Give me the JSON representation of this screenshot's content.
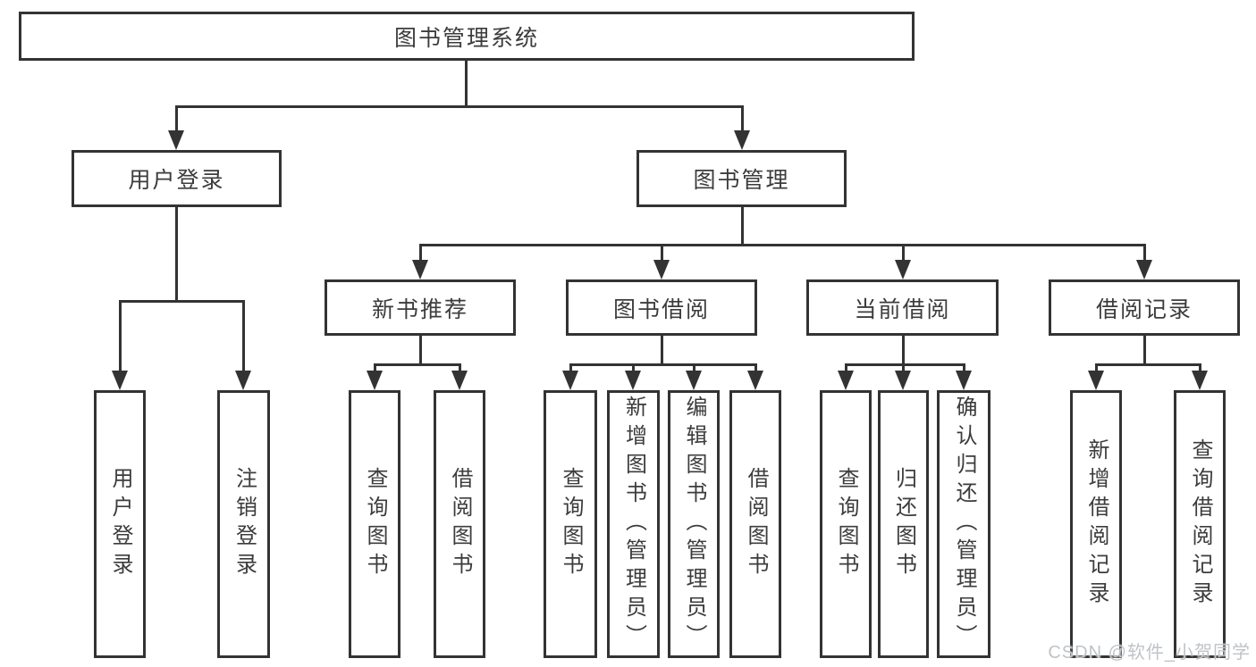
{
  "diagram": {
    "root": {
      "label": "图书管理系统"
    },
    "branches": [
      {
        "label": "用户登录",
        "children": [
          {
            "label": "用户登录"
          },
          {
            "label": "注销登录"
          }
        ]
      },
      {
        "label": "图书管理",
        "children": [
          {
            "label": "新书推荐",
            "children": [
              {
                "label": "查询图书"
              },
              {
                "label": "借阅图书"
              }
            ]
          },
          {
            "label": "图书借阅",
            "children": [
              {
                "label": "查询图书"
              },
              {
                "label": "新增图书（管理员）"
              },
              {
                "label": "编辑图书（管理员）"
              },
              {
                "label": "借阅图书"
              }
            ]
          },
          {
            "label": "当前借阅",
            "children": [
              {
                "label": "查询图书"
              },
              {
                "label": "归还图书"
              },
              {
                "label": "确认归还（管理员）"
              }
            ]
          },
          {
            "label": "借阅记录",
            "children": [
              {
                "label": "新增借阅记录"
              },
              {
                "label": "查询借阅记录"
              }
            ]
          }
        ]
      }
    ]
  },
  "watermark": {
    "text": "CSDN @软件_小贺同学"
  },
  "colors": {
    "line": "#333333",
    "box_fill": "#ffffff",
    "text": "#3c3c3c",
    "watermark": "#bfc3c8"
  }
}
